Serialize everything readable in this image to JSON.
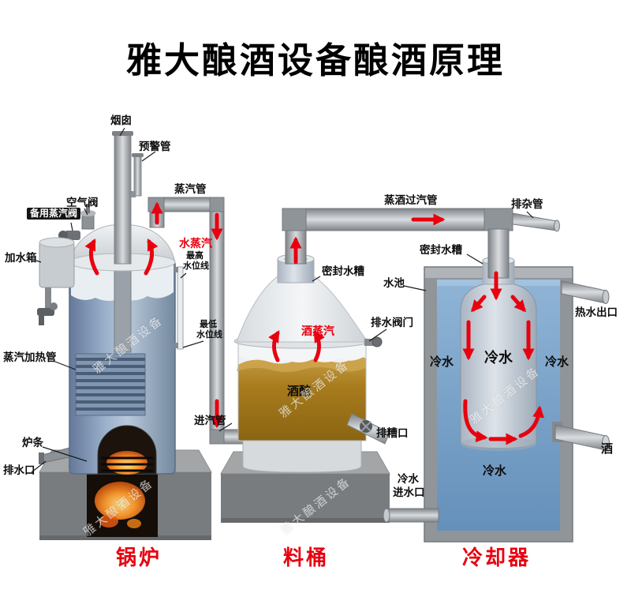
{
  "title": "雅大酿酒设备酿酒原理",
  "watermark_text": "雅大酿酒设备",
  "colors": {
    "accent_red": "#e8000f",
    "water_blue": "#6f9ac4",
    "mash_brown": "#a87c1d",
    "steel_blue": "#8aa2c2"
  },
  "sections": {
    "boiler": {
      "caption": "锅炉"
    },
    "barrel": {
      "caption": "料桶"
    },
    "cooler": {
      "caption": "冷却器"
    }
  },
  "labels": {
    "chimney": "烟囱",
    "warning_pipe": "预警管",
    "steam_pipe": "蒸汽管",
    "air_valve": "空气阀",
    "backup_steam_valve": "备用蒸汽阀",
    "water_fill_tank": "加水箱",
    "water_vapor": "水蒸汽",
    "max_level_a": "最高",
    "max_level_b": "水位线",
    "min_level_a": "最低",
    "min_level_b": "水位线",
    "steam_heating_pipe": "蒸汽加热管",
    "grate": "炉条",
    "drain_outlet": "排水口",
    "steam_inlet_pipe": "进汽管",
    "wine_steam_duct": "蒸酒过汽管",
    "seal_trough_barrel": "密封水糟",
    "drain_valve": "排水阀门",
    "wine_vapor": "酒蒸汽",
    "mash": "酒醅",
    "slag_outlet": "排糟口",
    "waste_pipe": "排杂管",
    "seal_trough_cooler": "密封水糟",
    "pool": "水池",
    "hot_water_outlet": "热水出口",
    "cold_water_1": "冷水",
    "cold_water_2": "冷水",
    "cold_water_3": "冷水",
    "cold_water_4": "冷水",
    "wine": "酒",
    "cold_inlet_a": "冷水",
    "cold_inlet_b": "进水口"
  }
}
